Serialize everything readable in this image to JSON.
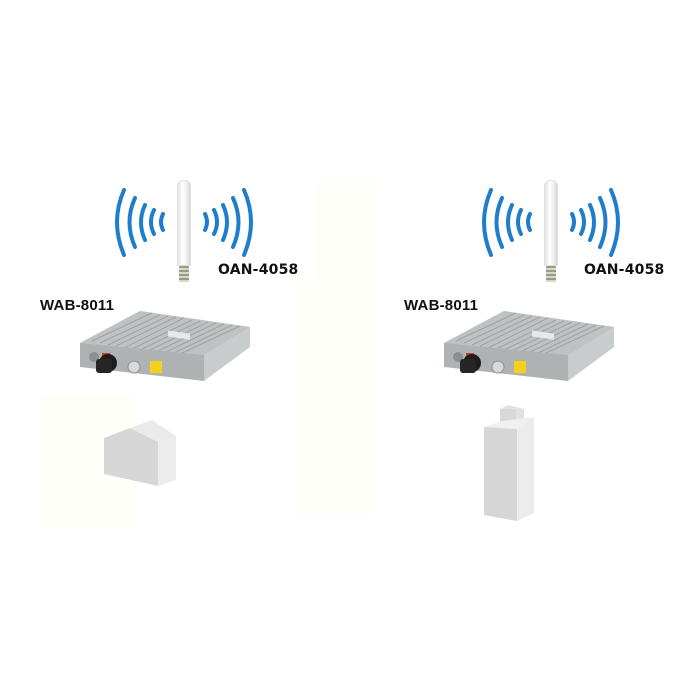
{
  "diagram": {
    "description": "Two wireless access point setups, each with an omni antenna above an outdoor bridge unit, serving a building",
    "colors": {
      "signal_wave": "#1f7ec9",
      "label_text": "#111111",
      "building_front": "#d9d9d9",
      "building_side": "#ececec",
      "device_body": "#b9bcbd",
      "device_label_sticker": "#f2d21b",
      "background": "#ffffff"
    },
    "sites": [
      {
        "antenna": {
          "label": "OAN-4058",
          "icon": "omni-antenna-icon"
        },
        "device": {
          "label": "WAB-8011",
          "icon": "outdoor-bridge-icon"
        },
        "building": {
          "type": "house",
          "icon": "house-icon"
        },
        "signal": {
          "icon": "wireless-signal-icon",
          "arcs_per_side": 5
        }
      },
      {
        "antenna": {
          "label": "OAN-4058",
          "icon": "omni-antenna-icon"
        },
        "device": {
          "label": "WAB-8011",
          "icon": "outdoor-bridge-icon"
        },
        "building": {
          "type": "tower",
          "icon": "tower-building-icon"
        },
        "signal": {
          "icon": "wireless-signal-icon",
          "arcs_per_side": 5
        }
      }
    ]
  }
}
